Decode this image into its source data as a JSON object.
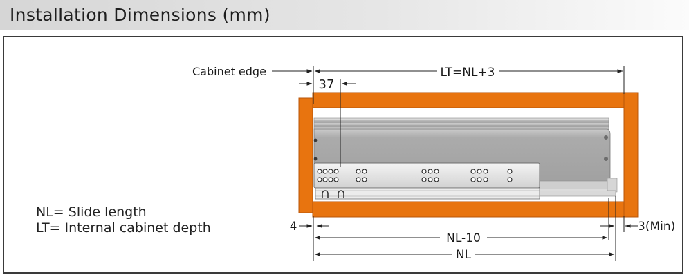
{
  "header": {
    "title": "Installation Dimensions (mm)"
  },
  "diagram": {
    "cabinet_edge_label": "Cabinet edge",
    "lt_label": "LT=NL+3",
    "offset_37_label": "37",
    "offset_4_label": "4",
    "min_gap_label": "3(Min)",
    "nl_minus_10_label": "NL-10",
    "nl_label": "NL"
  },
  "legend": {
    "nl_definition": "NL= Slide length",
    "lt_definition": "LT= Internal cabinet depth"
  },
  "colors": {
    "cabinet_wood": "#E8740F",
    "wood_edge": "#B8560A",
    "slide_gray": "#A5A5A5",
    "rail_light": "#DCDCDC",
    "line": "#222222"
  }
}
